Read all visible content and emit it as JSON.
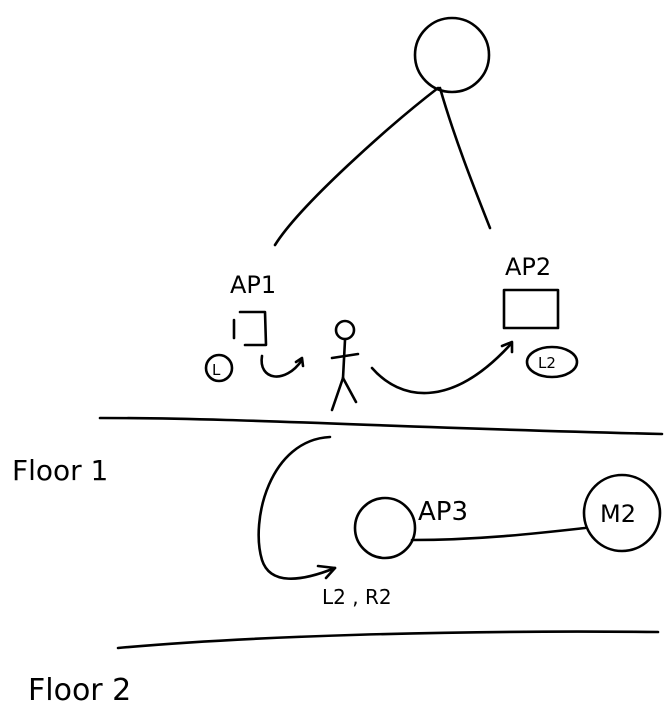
{
  "nodes": {
    "ap1": "AP1",
    "ap2": "AP2",
    "ap3": "AP3",
    "m2": "M2",
    "l1": "L",
    "l2": "L2",
    "l2r2": "L2 , R2"
  },
  "floors": {
    "floor1": "Floor 1",
    "floor2": "Floor 2"
  }
}
